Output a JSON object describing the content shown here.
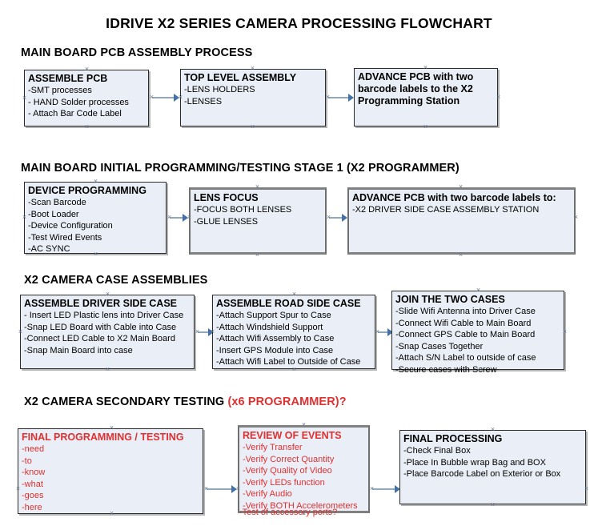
{
  "document": {
    "title": "IDRIVE X2  SERIES CAMERA PROCESSING FLOWCHART"
  },
  "colors": {
    "box_fill": "#eaeff7",
    "box_border": "#2b2b2b",
    "connector": "#8fa8c0",
    "arrowhead": "#4472a8",
    "red_text": "#e03030",
    "black_text": "#000000"
  },
  "sections": [
    {
      "heading": "MAIN BOARD PCB ASSEMBLY PROCESS",
      "heading_red": "",
      "boxes": [
        {
          "title": "ASSEMBLE PCB",
          "lines": [
            "-SMT processes",
            "- HAND Solder processes",
            "- Attach Bar Code Label"
          ]
        },
        {
          "title": "TOP LEVEL ASSEMBLY",
          "lines": [
            "-LENS HOLDERS",
            "-LENSES"
          ]
        },
        {
          "title": "ADVANCE PCB with two barcode labels to the  X2 Programming Station",
          "lines": []
        }
      ]
    },
    {
      "heading": "MAIN BOARD INITIAL PROGRAMMING/TESTING STAGE 1 (X2 PROGRAMMER)",
      "heading_red": "",
      "boxes": [
        {
          "title": "DEVICE PROGRAMMING",
          "lines": [
            "-Scan Barcode",
            "-Boot Loader",
            "-Device Configuration",
            "-Test Wired Events",
            "-AC SYNC"
          ]
        },
        {
          "title": "LENS FOCUS",
          "lines": [
            "-FOCUS BOTH LENSES",
            "-GLUE LENSES"
          ]
        },
        {
          "title": "ADVANCE PCB with two barcode labels to:",
          "lines": [
            "-X2 DRIVER  SIDE  CASE  ASSEMBLY STATION"
          ]
        }
      ]
    },
    {
      "heading": "X2 CAMERA CASE ASSEMBLIES",
      "heading_red": "",
      "boxes": [
        {
          "title": "ASSEMBLE DRIVER SIDE CASE",
          "lines": [
            "- Insert LED Plastic lens into Driver Case",
            "-Snap LED Board with Cable into Case",
            "-Connect LED Cable to X2 Main Board",
            "-Snap Main Board into case"
          ]
        },
        {
          "title": "ASSEMBLE ROAD SIDE CASE",
          "lines": [
            "-Attach Support Spur to Case",
            "-Attach Windshield Support",
            "-Attach Wifi Assembly to Case",
            "-Insert GPS Module into Case",
            "-Attach Wifi Label to Outside of Case"
          ]
        },
        {
          "title": "JOIN THE TWO CASES",
          "lines": [
            "-Slide Wifi Antenna into Driver Case",
            "-Connect Wifi Cable to Main Board",
            "-Connect GPS Cable to Main Board",
            "-Snap Cases Together",
            "-Attach S/N Label to outside of case",
            "-Secure cases with Screw"
          ]
        }
      ]
    },
    {
      "heading": "X2 CAMERA SECONDARY TESTING ",
      "heading_red": "(x6 PROGRAMMER)?",
      "boxes": [
        {
          "title": "FINAL PROGRAMMING / TESTING",
          "lines": [
            "-need",
            "-to",
            "-know",
            "-what",
            "-goes",
            "-here"
          ]
        },
        {
          "title": "REVIEW OF EVENTS",
          "lines": [
            "-Verify Transfer",
            "-Verify Correct Quantity",
            "-Verify Quality of Video",
            "-Verify LEDs function",
            "-Verify Audio",
            "-Verify BOTH Accelerometers"
          ],
          "overflow_line": "-Test of accessory ports?"
        },
        {
          "title": "FINAL PROCESSING",
          "lines": [
            " -Check Final Box",
            "-Place In Bubble wrap Bag and BOX",
            "-Place Barcode Label on Exterior or Box"
          ]
        }
      ]
    }
  ]
}
